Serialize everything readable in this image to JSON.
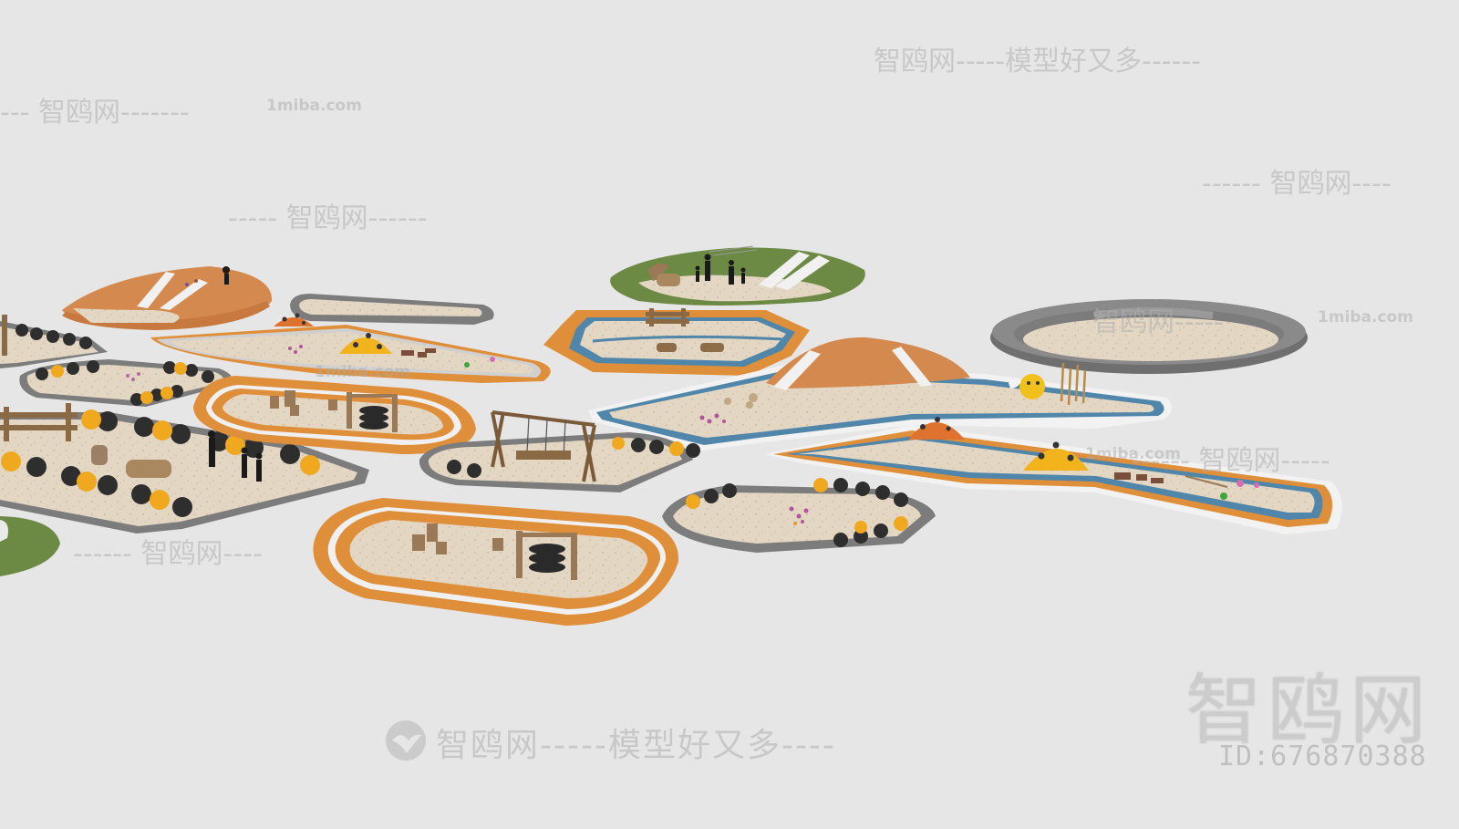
{
  "watermarks": {
    "top_center": "智鸥网-----模型好又多------",
    "top_left": "--- 智鸥网-------",
    "top_left_site": "1miba.com",
    "mid_left": "----- 智鸥网------",
    "right_upper": "------ 智鸥网----",
    "center_right": "智鸥网-----",
    "center_right_site": "1miba.com",
    "center_band": "1miba.com",
    "right_mid": "------ 智鸥网-----",
    "right_mid_site": "1miba.com",
    "bottom_left": "------ 智鸥网----",
    "bottom_center": "智鸥网-----模型好又多----",
    "logo_big": "智鸥网",
    "id_text": "ID:676870388"
  },
  "colors": {
    "background": "#e6e6e6",
    "sand": "#e3d6c2",
    "track_orange": "#df8f3a",
    "track_blue": "#4f86aa",
    "rubber_gray": "#7c7c7c",
    "grass": "#6d8a44",
    "mound": "#d48a4e",
    "ladybug_orange": "#e0722f",
    "ladybug_yellow": "#f2b31c"
  }
}
